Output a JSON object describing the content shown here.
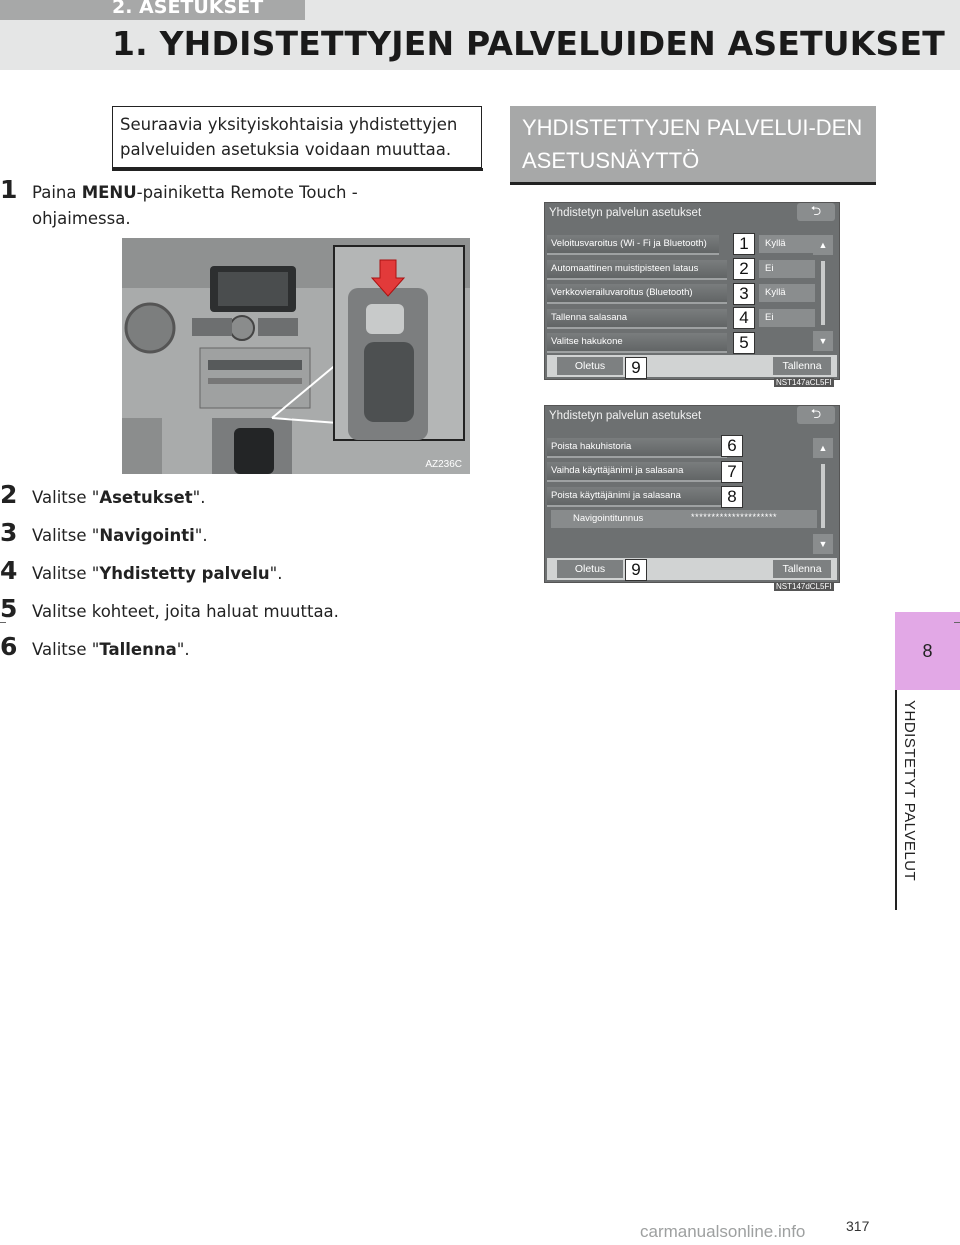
{
  "header": {
    "section": "2. ASETUKSET",
    "title": "1. YHDISTETTYJEN PALVELUIDEN ASETUKSET"
  },
  "intro": "Seuraavia yksityiskohtaisia yhdistettyjen palveluiden asetuksia voidaan muuttaa.",
  "steps": [
    {
      "num": "1",
      "pre": "Paina ",
      "bold": "MENU",
      "post": "-painiketta Remote Touch -ohjaimessa."
    },
    {
      "num": "2",
      "pre": "Valitse \"",
      "bold": "Asetukset",
      "post": "\"."
    },
    {
      "num": "3",
      "pre": "Valitse \"",
      "bold": "Navigointi",
      "post": "\"."
    },
    {
      "num": "4",
      "pre": "Valitse \"",
      "bold": "Yhdistetty palvelu",
      "post": "\"."
    },
    {
      "num": "5",
      "pre": "Valitse kohteet, joita haluat muuttaa.",
      "bold": "",
      "post": ""
    },
    {
      "num": "6",
      "pre": "Valitse \"",
      "bold": "Tallenna",
      "post": "\"."
    }
  ],
  "photo": {
    "code": "AZ236C"
  },
  "right_header": "YHDISTETTYJEN PALVELUI-DEN ASETUSNÄYTTÖ",
  "screen1": {
    "title": "Yhdistetyn palvelun asetukset",
    "back_icon": "return-arrow",
    "rows": [
      {
        "label": "Veloitusvaroitus (Wi - Fi ja Bluetooth)",
        "value": "Kyllä",
        "callout": "1"
      },
      {
        "label": "Automaattinen muistipisteen lataus",
        "value": "Ei",
        "callout": "2"
      },
      {
        "label": "Verkkovierailuvaroitus (Bluetooth)",
        "value": "Kyllä",
        "callout": "3"
      },
      {
        "label": "Tallenna salasana",
        "value": "Ei",
        "callout": "4"
      },
      {
        "label": "Valitse hakukone",
        "value": "",
        "callout": "5"
      }
    ],
    "default_label": "Oletus",
    "default_callout": "9",
    "save_label": "Tallenna",
    "code": "NST147aCL5FI"
  },
  "screen2": {
    "title": "Yhdistetyn palvelun asetukset",
    "back_icon": "return-arrow",
    "rows": [
      {
        "label": "Poista hakuhistoria",
        "callout": "6"
      },
      {
        "label": "Vaihda käyttäjänimi ja salasana",
        "callout": "7"
      },
      {
        "label": "Poista käyttäjänimi ja salasana",
        "callout": "8"
      }
    ],
    "password_label": "Navigointitunnus",
    "password_value": "*********************",
    "default_label": "Oletus",
    "default_callout": "9",
    "save_label": "Tallenna",
    "code": "NST147dCL5FI"
  },
  "chapter": {
    "number": "8",
    "title": "YHDISTETYT PALVELUT"
  },
  "page_number": "317",
  "watermark": "carmanualsonline.info"
}
